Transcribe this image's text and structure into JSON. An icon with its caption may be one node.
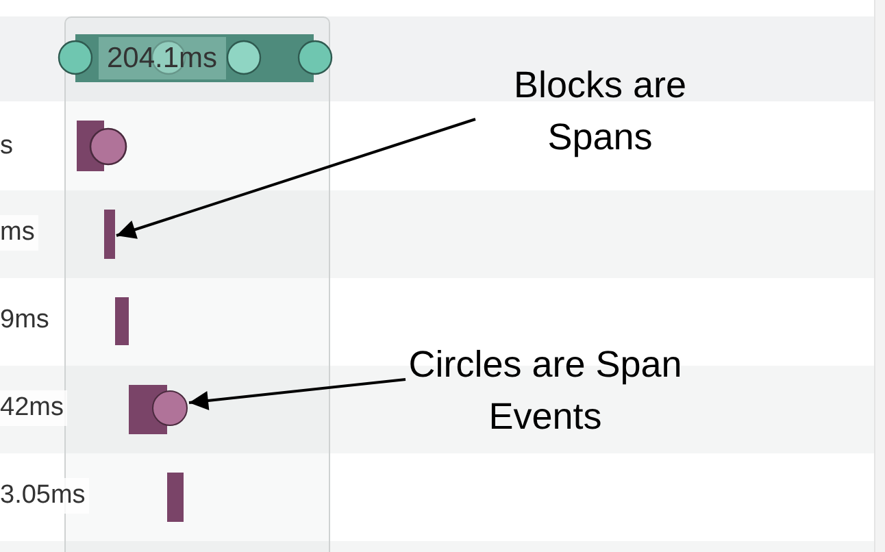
{
  "diagram": {
    "nodes": [
      {
        "text": [
          "Blocks are Spans"
        ]
      },
      {
        "text": [],
        "shape": "bar"
      },
      {
        "text": [
          "Circles are Span Events"
        ]
      },
      {
        "text": [],
        "shape": "circle"
      }
    ],
    "edges": [
      {
        "from": 0,
        "to": 1,
        "arrow": "to"
      },
      {
        "from": 2,
        "to": 3,
        "arrow": "to"
      }
    ],
    "labels": [
      "204.1ms",
      "s",
      "ms",
      "9ms",
      "42ms",
      "3.05ms"
    ]
  }
}
